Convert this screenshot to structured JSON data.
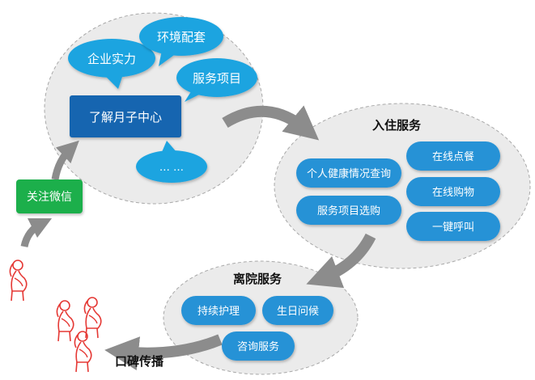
{
  "nodes": {
    "follow_wechat": "关注微信",
    "learn_center": "了解月子中心",
    "bubbles": [
      "企业实力",
      "环境配套",
      "服务项目",
      "… …"
    ],
    "checkin_title": "入住服务",
    "checkin_items": [
      "个人健康情况查询",
      "服务项目选购",
      "在线点餐",
      "在线购物",
      "一键呼叫"
    ],
    "discharge_title": "离院服务",
    "discharge_items": [
      "持续护理",
      "生日问候",
      "咨询服务"
    ],
    "word_of_mouth": "口碑传播"
  },
  "colors": {
    "bubble": "#1CA4E0",
    "center_box": "#1565B0",
    "green_box": "#1FAF4B",
    "pill": "#2592D6",
    "cloud_fill": "#EBEBEB",
    "arrow": "#8C8C8C",
    "figure": "#E53935"
  },
  "icons": [
    "speech-bubble",
    "pregnant-woman-figure",
    "curved-arrow"
  ]
}
